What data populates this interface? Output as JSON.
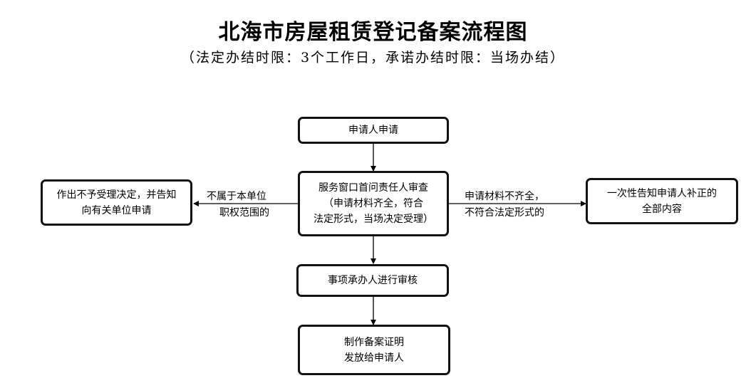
{
  "header": {
    "title": "北海市房屋租赁登记备案流程图",
    "subtitle": "（法定办结时限：3个工作日，承诺办结时限：当场办结）"
  },
  "nodes": {
    "apply": {
      "lines": [
        "申请人申请"
      ]
    },
    "review": {
      "lines": [
        "服务窗口首问责任人审查",
        "（申请材料齐全，符合",
        "法定形式，当场决定受理）"
      ]
    },
    "reject": {
      "lines": [
        "作出不予受理决定，并告知",
        "向有关单位申请"
      ]
    },
    "supplement": {
      "lines": [
        "一次性告知申请人补正的",
        "全部内容"
      ]
    },
    "audit": {
      "lines": [
        "事项承办人进行审核"
      ]
    },
    "certificate": {
      "lines": [
        "制作备案证明",
        "发放给申请人"
      ]
    }
  },
  "edge_labels": {
    "to_reject": [
      "不属于本单位",
      "职权范围的"
    ],
    "to_supplement": [
      "申请材料不齐全，",
      "不符合法定形式的"
    ]
  }
}
